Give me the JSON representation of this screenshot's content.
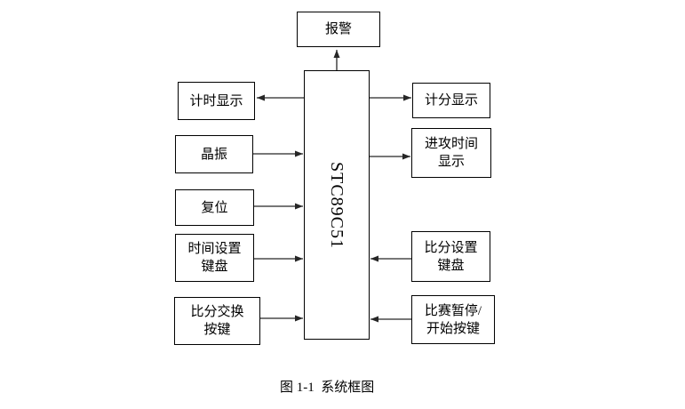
{
  "diagram": {
    "center_node": {
      "label": "STC89C51"
    },
    "top_node": {
      "label": "报警",
      "arrow": "from-mcu"
    },
    "left_nodes": [
      {
        "id": "timing-display",
        "lines": [
          "计时显示"
        ],
        "arrow": "from-mcu"
      },
      {
        "id": "crystal-oscillator",
        "lines": [
          "晶振"
        ],
        "arrow": "to-mcu"
      },
      {
        "id": "reset",
        "lines": [
          "复位"
        ],
        "arrow": "to-mcu"
      },
      {
        "id": "time-setting-keypad",
        "lines": [
          "时间设置",
          "键盘"
        ],
        "arrow": "to-mcu"
      },
      {
        "id": "score-swap-button",
        "lines": [
          "比分交换",
          "按键"
        ],
        "arrow": "to-mcu"
      }
    ],
    "right_nodes": [
      {
        "id": "score-display",
        "lines": [
          "计分显示"
        ],
        "arrow": "from-mcu"
      },
      {
        "id": "attack-time-display",
        "lines": [
          "进攻时间",
          "显示"
        ],
        "arrow": "from-mcu"
      },
      {
        "id": "score-setting-keypad",
        "lines": [
          "比分设置",
          "键盘"
        ],
        "arrow": "to-mcu"
      },
      {
        "id": "pause-start-button",
        "lines": [
          "比赛暂停/",
          "开始按键"
        ],
        "arrow": "to-mcu"
      }
    ]
  },
  "caption": "图 1-1  系统框图",
  "colors": {
    "background": "#ffffff",
    "box_border": "#000000",
    "arrow": "#262626",
    "text": "#000000"
  }
}
